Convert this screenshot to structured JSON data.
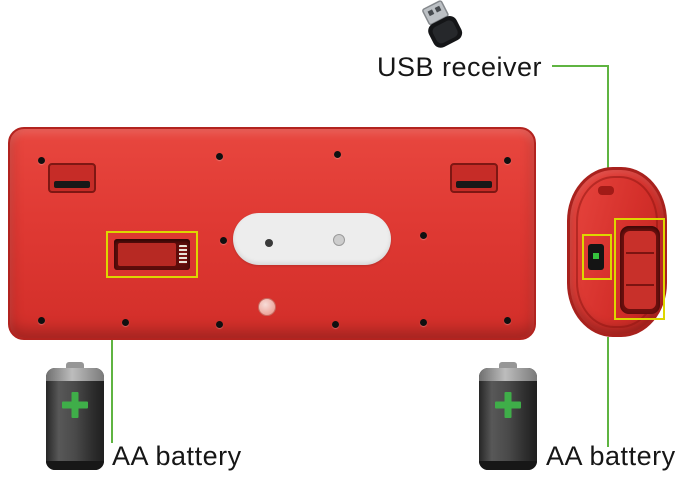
{
  "labels": {
    "usb_receiver": "USB receiver",
    "aa_battery_left": "AA battery",
    "aa_battery_right": "AA battery"
  },
  "colors": {
    "device_red": "#d5302b",
    "highlight_yellow": "#ddd600",
    "callout_green": "#5fb441",
    "battery_plus_green": "#3fae49"
  },
  "icons": {
    "usb_receiver_icon": "usb-wireless-nano-dongle",
    "aa_battery_icon": "aa-battery-cylinder",
    "keyboard_icon": "keyboard-underside",
    "mouse_icon": "mouse-underside"
  }
}
